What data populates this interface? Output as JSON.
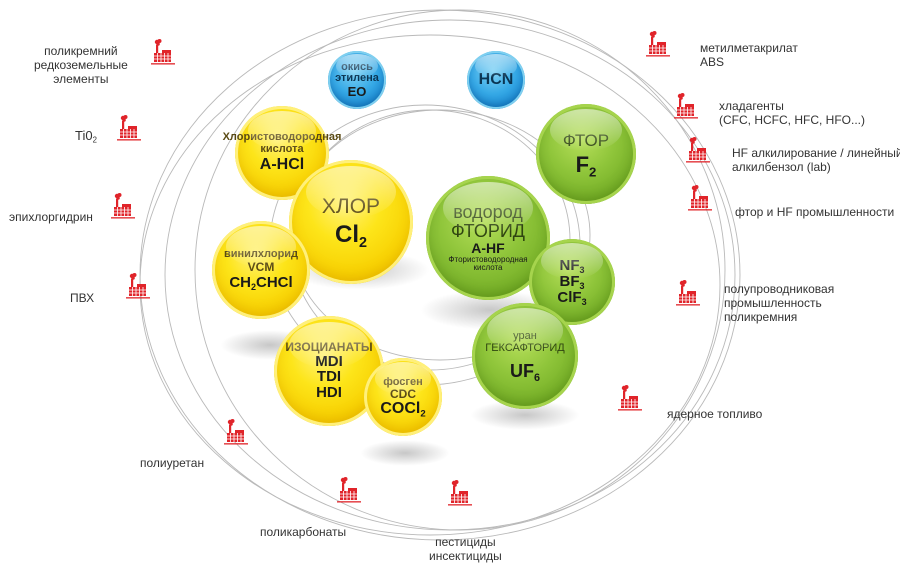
{
  "diagram": {
    "accent_colors": {
      "chlorine_group": "#f7cf00",
      "fluorine_group": "#8fc53a",
      "other_group": "#36a9e6",
      "factory_icon": "#e0242a",
      "connector_lines": "#b5b5b5"
    },
    "center_nodes": {
      "ethylene_oxide": {
        "line1": "окись",
        "line2": "этилена",
        "formula": "EO"
      },
      "hcn": {
        "formula": "HCN"
      },
      "hydrochloric_acid": {
        "name": "Хлористоводородная",
        "name2": "кислота",
        "formula": "A-HCl"
      },
      "chlorine": {
        "name": "ХЛОР",
        "formula_main": "Cl",
        "formula_sub": "2"
      },
      "vinyl_chloride": {
        "name": "винилхлорид",
        "abbr": "VCM",
        "formula_a": "CH",
        "formula_sub": "2",
        "formula_b": "CHCl"
      },
      "isocyanates": {
        "name": "ИЗОЦИАНАТЫ",
        "items": [
          "MDI",
          "TDI",
          "HDI"
        ]
      },
      "phosgene": {
        "name": "фосген",
        "abbr": "CDC",
        "formula_main": "COCl",
        "formula_sub": "2"
      },
      "fluorine": {
        "name": "ФТОР",
        "formula_main": "F",
        "formula_sub": "2"
      },
      "hydrogen_fluoride": {
        "line1": "водород",
        "line2": "ФТОРИД",
        "formula": "A-HF",
        "desc1": "Фтористоводородная",
        "desc2": "кислота"
      },
      "fluorides": {
        "items": [
          {
            "main": "NF",
            "sub": "3"
          },
          {
            "main": "BF",
            "sub": "3"
          },
          {
            "main": "ClF",
            "sub": "3"
          }
        ]
      },
      "uranium_hexafluoride": {
        "line1": "уран",
        "line2": "ГЕКСАФТОРИД",
        "formula_main": "UF",
        "formula_sub": "6"
      }
    },
    "applications_left": [
      {
        "lines": [
          "поликремний",
          "редкоземельные",
          "элементы"
        ],
        "icon": "factory-icon"
      },
      {
        "text": "Ti0",
        "sub": "2",
        "icon": "factory-icon"
      },
      {
        "lines": [
          "эпихлоргидрин"
        ],
        "icon": "factory-icon"
      },
      {
        "lines": [
          "ПВХ"
        ],
        "icon": "factory-icon"
      },
      {
        "lines": [
          "полиуретан"
        ],
        "icon": "factory-icon"
      },
      {
        "lines": [
          "поликарбонаты"
        ],
        "icon": "factory-icon"
      },
      {
        "lines": [
          "пестициды",
          "инсектициды"
        ],
        "icon": "factory-icon"
      }
    ],
    "applications_right": [
      {
        "lines": [
          "метилметакрилат",
          "ABS"
        ],
        "icon": "factory-icon"
      },
      {
        "lines": [
          "хладагенты",
          "(CFC, HCFC, HFC, HFO...)"
        ],
        "icon": "factory-icon"
      },
      {
        "lines": [
          "HF алкилирование / линейный",
          "алкилбензол (lab)"
        ],
        "icon": "factory-icon"
      },
      {
        "lines": [
          "фтор и HF промышленности"
        ],
        "icon": "factory-icon"
      },
      {
        "lines": [
          "полупроводниковая",
          "промышленность",
          "поликремния"
        ],
        "icon": "factory-icon"
      },
      {
        "lines": [
          "ядерное топливо"
        ],
        "icon": "factory-icon"
      }
    ]
  }
}
